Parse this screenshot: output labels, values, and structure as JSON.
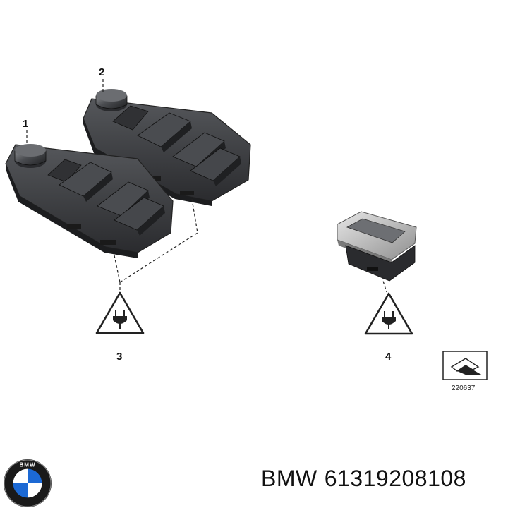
{
  "callouts": {
    "one": "1",
    "two": "2",
    "three": "3",
    "four": "4"
  },
  "reference_number": "220637",
  "brand": {
    "name": "BMW",
    "part_number": "61319208108",
    "logo_letters": "BMW"
  },
  "colors": {
    "switch_body": "#3b3d40",
    "switch_shadow": "#1c1d1f",
    "bezel": "#c9c9c9",
    "logo_blue": "#1c69d4"
  },
  "icons": [
    "plug-warning-icon",
    "page-reference-icon",
    "bmw-logo"
  ]
}
